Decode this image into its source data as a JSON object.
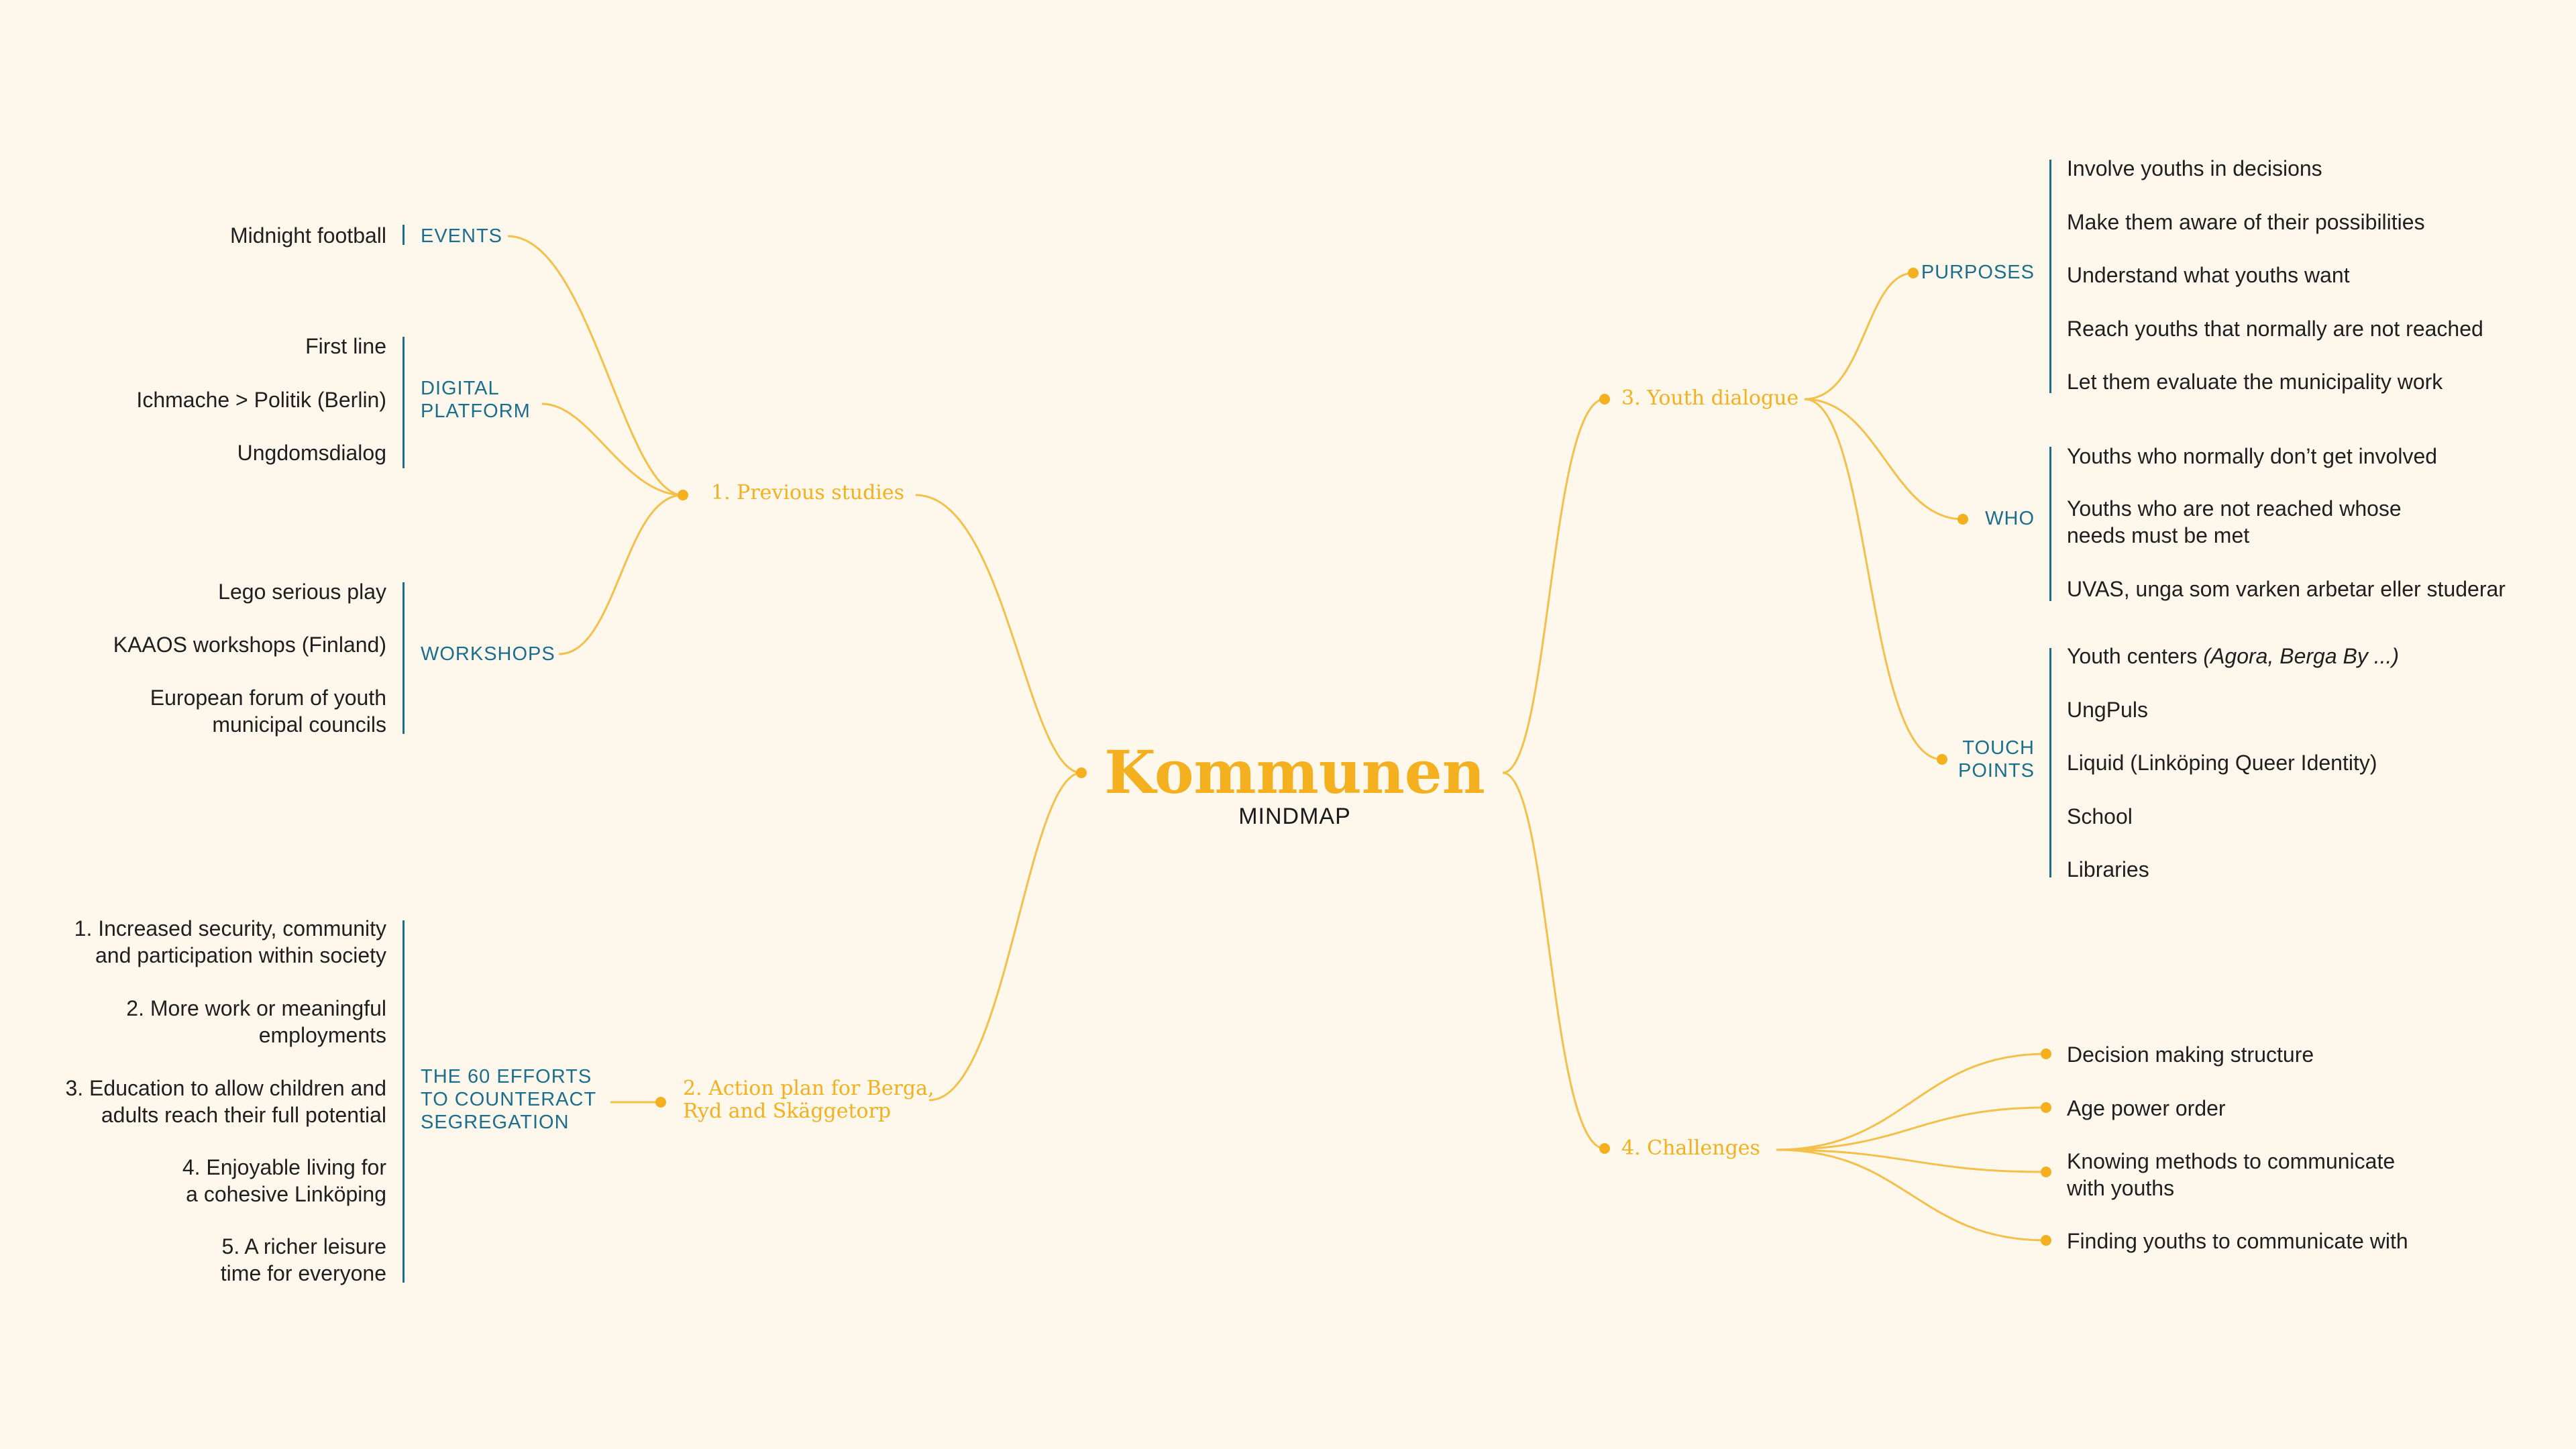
{
  "center": {
    "title": "Kommunen",
    "subtitle": "MINDMAP"
  },
  "branches": {
    "b1": {
      "label": "1. Previous studies",
      "categories": {
        "events": {
          "label": "EVENTS",
          "items": [
            "Midnight football"
          ]
        },
        "digital": {
          "label_line1": "DIGITAL",
          "label_line2": "PLATFORM",
          "items": [
            "First line",
            "Ichmache > Politik (Berlin)",
            "Ungdomsdialog"
          ]
        },
        "workshops": {
          "label": "WORKSHOPS",
          "items": [
            "Lego serious play",
            "KAAOS workshops (Finland)",
            "European forum of youth",
            "municipal councils"
          ]
        }
      }
    },
    "b2": {
      "label_line1": "2. Action plan for Berga,",
      "label_line2": "Ryd and Skäggetorp",
      "category": {
        "label_line1": "THE 60 EFFORTS",
        "label_line2": "TO COUNTERACT",
        "label_line3": "SEGREGATION"
      },
      "items": [
        [
          "1. Increased security, community",
          "and participation within society"
        ],
        [
          "2. More work or meaningful",
          "employments"
        ],
        [
          "3. Education to allow children and",
          "adults reach their full potential"
        ],
        [
          "4. Enjoyable living for",
          "a cohesive Linköping"
        ],
        [
          "5. A richer leisure",
          "time for everyone"
        ]
      ]
    },
    "b3": {
      "label": "3. Youth dialogue",
      "categories": {
        "purposes": {
          "label": "PURPOSES",
          "items": [
            "Involve youths in decisions",
            "Make them aware of their possibilities",
            "Understand what youths want",
            "Reach youths that normally are not reached",
            "Let them evaluate the municipality work"
          ]
        },
        "who": {
          "label": "WHO",
          "items": [
            "Youths who normally don’t get involved",
            "Youths who are not reached whose",
            "needs must be met",
            "UVAS, unga som varken arbetar eller studerar"
          ]
        },
        "touch": {
          "label_line1": "TOUCH",
          "label_line2": "POINTS",
          "youth_centers": "Youth centers ",
          "youth_centers_examples": "(Agora, Berga By ...)",
          "items": [
            "UngPuls",
            "Liquid (Linköping Queer Identity)",
            "School",
            "Libraries"
          ]
        }
      }
    },
    "b4": {
      "label": "4. Challenges",
      "items": [
        "Decision making structure",
        "Age power order",
        "Knowing methods to communicate",
        "with youths",
        "Finding youths to communicate with"
      ]
    }
  },
  "colors": {
    "background": "#fdf7ec",
    "accent": "#f4b01e",
    "category": "#1c6e8c",
    "text": "#1f1f1f"
  }
}
